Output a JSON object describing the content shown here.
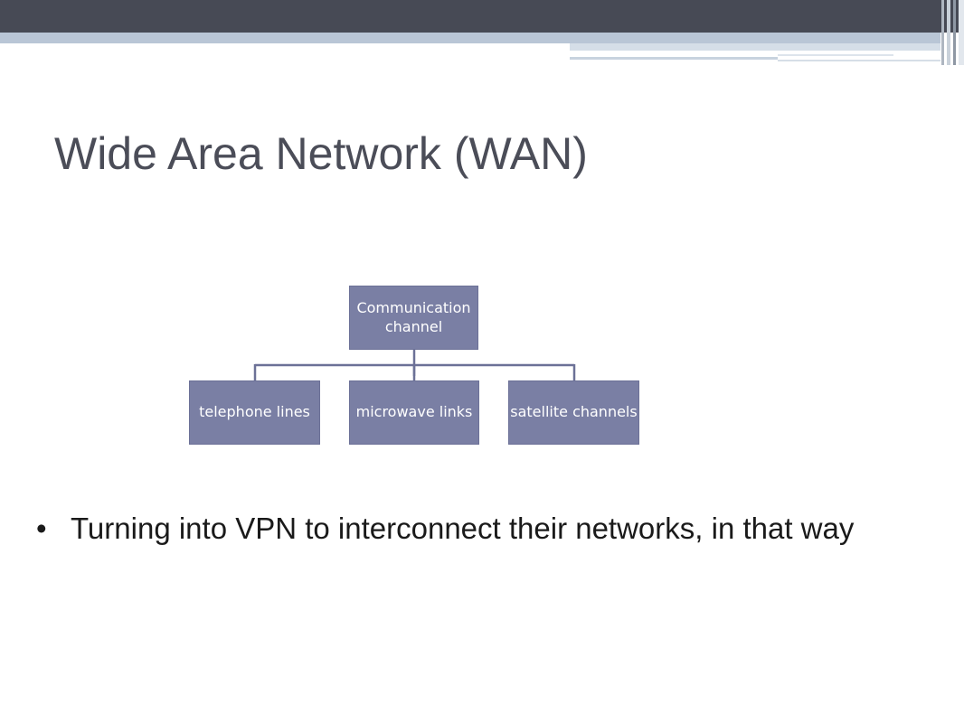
{
  "slide": {
    "title": "Wide Area Network (WAN)",
    "colors": {
      "header_dark": "#474a55",
      "header_light": "#b9c6d6",
      "title_text": "#4b4d58",
      "node_fill": "#7a7fa4",
      "connector": "#6c7197"
    }
  },
  "diagram": {
    "root": {
      "label": "Communication channel"
    },
    "children": [
      {
        "label": "telephone lines"
      },
      {
        "label": "microwave links"
      },
      {
        "label": "satellite channels"
      }
    ]
  },
  "bullets": [
    {
      "marker": "•",
      "text": "Turning into VPN to interconnect their networks, in that way"
    }
  ]
}
